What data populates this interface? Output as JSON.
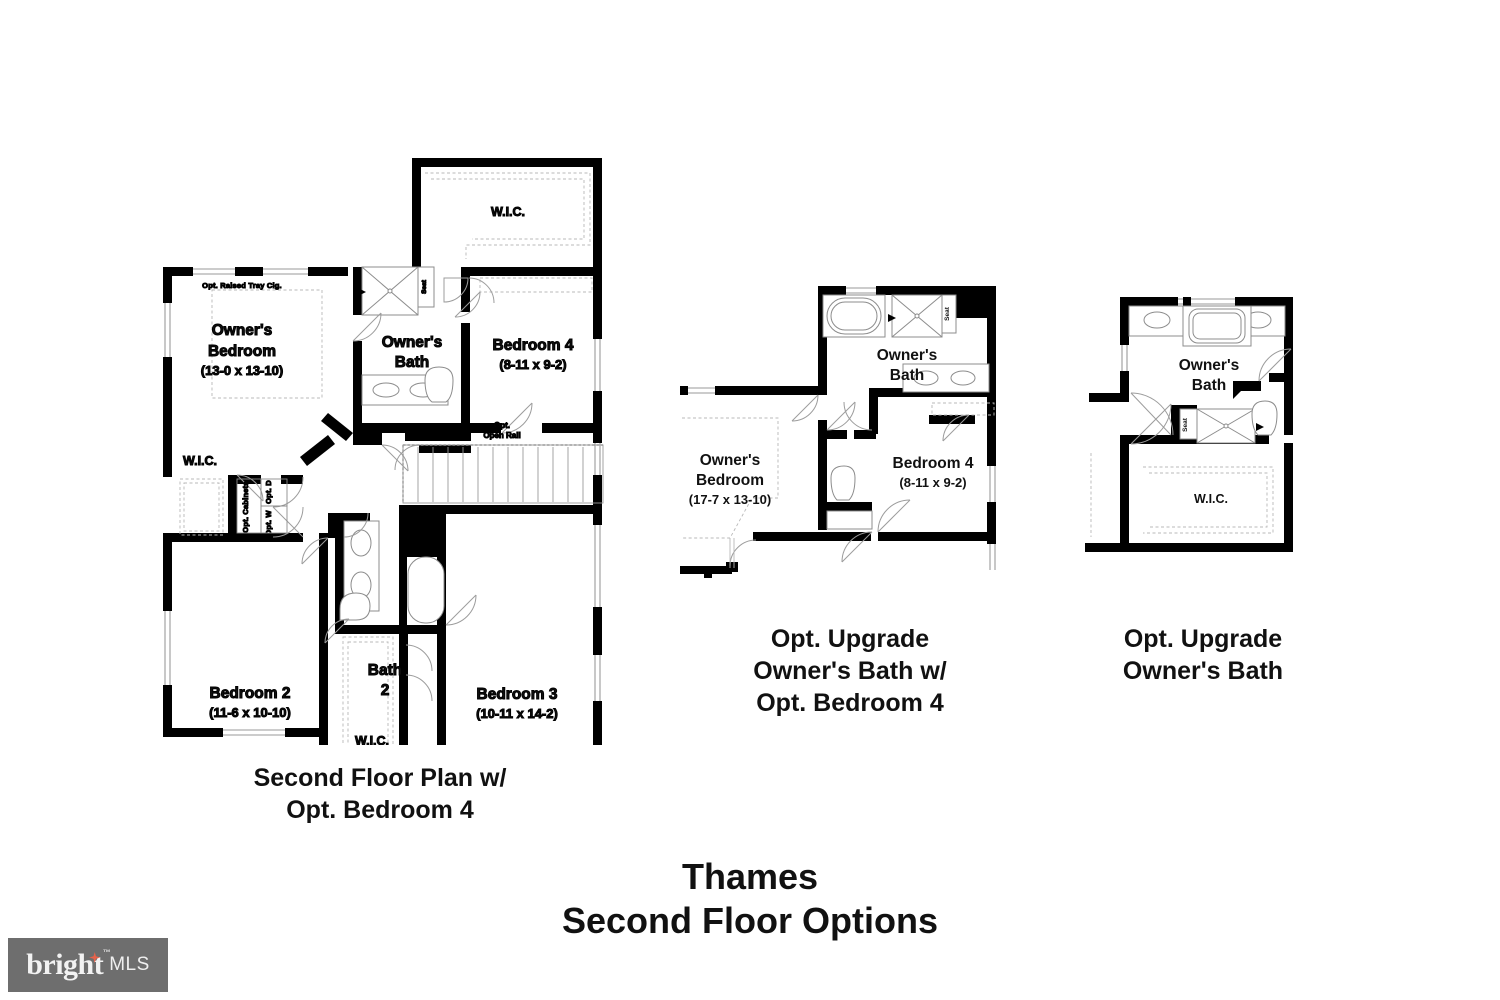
{
  "sheet": {
    "title_line1": "Thames",
    "title_line2": "Second Floor Options"
  },
  "watermark": {
    "brand": "bright",
    "suffix": "MLS",
    "tm": "™"
  },
  "captions": {
    "main_l1": "Second Floor Plan w/",
    "main_l2": "Opt. Bedroom 4",
    "middle_l1": "Opt. Upgrade",
    "middle_l2": "Owner's Bath w/",
    "middle_l3": "Opt. Bedroom 4",
    "right_l1": "Opt. Upgrade",
    "right_l2": "Owner's Bath"
  },
  "main_plan": {
    "name": "Second Floor Plan w/ Opt. Bedroom 4",
    "rooms": [
      {
        "id": "owners-bedroom",
        "name_l1": "Owner's",
        "name_l2": "Bedroom",
        "dim": "(13-0 x 13-10)"
      },
      {
        "id": "owners-bath",
        "name_l1": "Owner's",
        "name_l2": "Bath",
        "dim": ""
      },
      {
        "id": "bedroom-4",
        "name_l1": "Bedroom 4",
        "name_l2": "",
        "dim": "(8-11 x 9-2)"
      },
      {
        "id": "bedroom-2",
        "name_l1": "Bedroom 2",
        "name_l2": "",
        "dim": "(11-6 x 10-10)"
      },
      {
        "id": "bedroom-3",
        "name_l1": "Bedroom 3",
        "name_l2": "",
        "dim": "(10-11 x 14-2)"
      },
      {
        "id": "bath-2",
        "name_l1": "Bath",
        "name_l2": "2",
        "dim": ""
      }
    ],
    "closets": [
      {
        "id": "wic-owners-top",
        "label": "W.I.C."
      },
      {
        "id": "wic-owners-left",
        "label": "W.I.C."
      },
      {
        "id": "wic-lower",
        "label": "W.I.C."
      }
    ],
    "annotations": {
      "tray_ceiling": "Opt. Raised Tray Clg.",
      "open_rail_l1": "Opt.",
      "open_rail_l2": "Open Rail",
      "cabinets": "Opt. Cabinets",
      "dryer": "Opt. D",
      "washer": "Opt. W",
      "shower_seat": "Seat"
    }
  },
  "middle_plan": {
    "name": "Opt. Upgrade Owner's Bath w/ Opt. Bedroom 4",
    "rooms": [
      {
        "id": "owners-bath",
        "name_l1": "Owner's",
        "name_l2": "Bath",
        "dim": ""
      },
      {
        "id": "owners-bedroom",
        "name_l1": "Owner's",
        "name_l2": "Bedroom",
        "dim": "(17-7 x 13-10)"
      },
      {
        "id": "bedroom-4",
        "name_l1": "Bedroom 4",
        "name_l2": "",
        "dim": "(8-11 x 9-2)"
      }
    ],
    "annotations": {
      "shower_seat": "Seat"
    }
  },
  "right_plan": {
    "name": "Opt. Upgrade Owner's Bath",
    "rooms": [
      {
        "id": "owners-bath",
        "name_l1": "Owner's",
        "name_l2": "Bath",
        "dim": ""
      }
    ],
    "closets": [
      {
        "id": "wic",
        "label": "W.I.C."
      }
    ],
    "annotations": {
      "shower_seat": "Seat"
    }
  },
  "colors": {
    "wall": "#000000",
    "fixture_line": "#8a8a8a",
    "dashed": "#b4b4b4",
    "paper": "#ffffff",
    "watermark_bg": "#6e6e6e",
    "watermark_accent": "#e8624a"
  }
}
